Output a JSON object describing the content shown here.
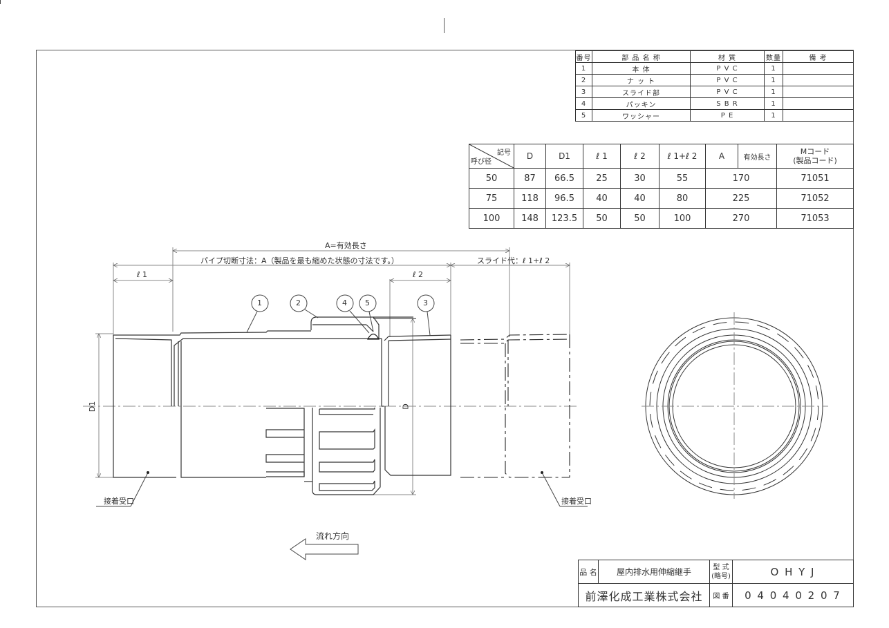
{
  "parts_table": {
    "headers": [
      "番号",
      "部 品 名 称",
      "材 質",
      "数量",
      "備 考"
    ],
    "rows": [
      {
        "no": "1",
        "name": "本 体",
        "material": "P V C",
        "qty": "1",
        "note": ""
      },
      {
        "no": "2",
        "name": "ナ ッ ト",
        "material": "P V C",
        "qty": "1",
        "note": ""
      },
      {
        "no": "3",
        "name": "スライド部",
        "material": "P V C",
        "qty": "1",
        "note": ""
      },
      {
        "no": "4",
        "name": "パッキン",
        "material": "S B R",
        "qty": "1",
        "note": ""
      },
      {
        "no": "5",
        "name": "ワッシャー",
        "material": "P E",
        "qty": "1",
        "note": ""
      }
    ]
  },
  "dimension_table": {
    "corner_top": "記号",
    "corner_bottom": "呼び径",
    "headers": [
      "D",
      "D1",
      "ℓ 1",
      "ℓ 2",
      "ℓ 1+ℓ 2",
      "A",
      "有効長さ",
      "Mコード\n(製品コード)"
    ],
    "mcode_line1": "Mコード",
    "mcode_line2": "(製品コード)",
    "rows": [
      {
        "size": "50",
        "D": "87",
        "D1": "66.5",
        "l1": "25",
        "l2": "30",
        "l1l2": "55",
        "A": "170",
        "mcode": "71051"
      },
      {
        "size": "75",
        "D": "118",
        "D1": "96.5",
        "l1": "40",
        "l2": "40",
        "l1l2": "80",
        "A": "225",
        "mcode": "71052"
      },
      {
        "size": "100",
        "D": "148",
        "D1": "123.5",
        "l1": "50",
        "l2": "50",
        "l1l2": "100",
        "A": "270",
        "mcode": "71053"
      }
    ]
  },
  "drawing": {
    "dim_A": "A=有効長さ",
    "dim_cut": "パイプ切断寸法：A（製品を最も縮めた状態の寸法です。）",
    "dim_slide": "スライド代：ℓ 1+ℓ 2",
    "dim_l1": "ℓ 1",
    "dim_l2": "ℓ 2",
    "dim_D1": "D1",
    "dim_D": "D",
    "balloons": [
      "1",
      "2",
      "4",
      "5",
      "3"
    ],
    "socket_left": "接着受口",
    "socket_right": "接着受口",
    "flow": "流れ方向"
  },
  "title_block": {
    "product_label": "品 名",
    "product_name": "屋内排水用伸縮継手",
    "model_label_1": "型 式",
    "model_label_2": "(略号)",
    "model": "O H Y J",
    "company": "前澤化成工業株式会社",
    "drawing_no_label": "図 番",
    "drawing_no": "0 4 0 4 0 2 0 7"
  },
  "colors": {
    "line": "#222222",
    "thin": "#888888",
    "text": "#333333"
  }
}
